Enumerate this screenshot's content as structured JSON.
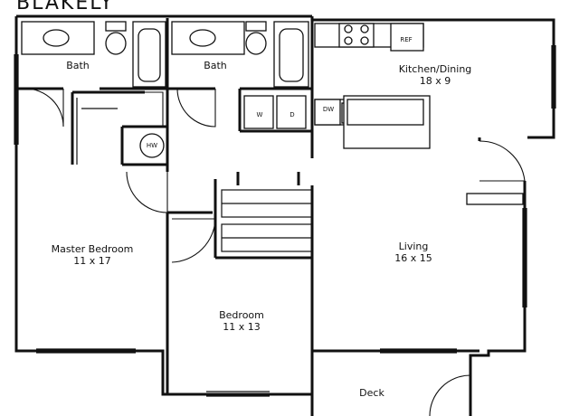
{
  "plan": {
    "title_fragment": "BLAKELY",
    "rooms": {
      "bath_1": {
        "name": "Bath"
      },
      "bath_2": {
        "name": "Bath"
      },
      "kitchen": {
        "name": "Kitchen/Dining",
        "size": "18 x 9"
      },
      "master": {
        "name": "Master Bedroom",
        "size": "11 x 17"
      },
      "living": {
        "name": "Living",
        "size": "16 x 15"
      },
      "bedroom": {
        "name": "Bedroom",
        "size": "11 x 13"
      },
      "deck": {
        "name": "Deck"
      }
    },
    "fixtures": {
      "refrigerator": "REF",
      "dishwasher": "DW",
      "water_heater": "HW",
      "washer": "W",
      "dryer": "D"
    }
  }
}
